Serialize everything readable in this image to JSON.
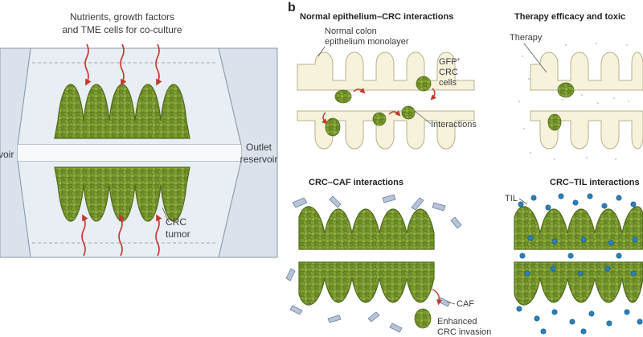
{
  "panel_a": {
    "top_label_line1": "Nutrients, growth factors",
    "top_label_line2": "and TME cells for co-culture",
    "inlet_label": "voir",
    "outlet_label_line1": "Outlet",
    "outlet_label_line2": "reservoir",
    "tumor_label_line1": "CRC",
    "tumor_label_line2": "tumor"
  },
  "panel_b": {
    "panel_letter": "b",
    "q1": {
      "title": "Normal epithelium–CRC interactions",
      "monolayer_line1": "Normal colon",
      "monolayer_line2": "epithelium monolayer",
      "gfp_line1": "GFP",
      "gfp_sup": "+",
      "gfp_line2": "CRC",
      "gfp_line3": "cells",
      "interactions": "Interactions"
    },
    "q2": {
      "title": "Therapy efficacy and toxic",
      "therapy": "Therapy"
    },
    "q3": {
      "title": "CRC–CAF interactions",
      "caf": "CAF",
      "invasion_line1": "Enhanced",
      "invasion_line2": "CRC invasion"
    },
    "q4": {
      "title": "CRC–TIL interactions",
      "til": "TIL"
    }
  },
  "colors": {
    "tumor": "#7a9a2e",
    "tumor_dark": "#4f6b1a",
    "chamber": "#e6ebf3",
    "reservoir": "#d9dfe9",
    "arrow": "#c0392b",
    "epithelium": "#f6f2dc",
    "til": "#2c7fb8",
    "caf": "#b7c3d9"
  }
}
